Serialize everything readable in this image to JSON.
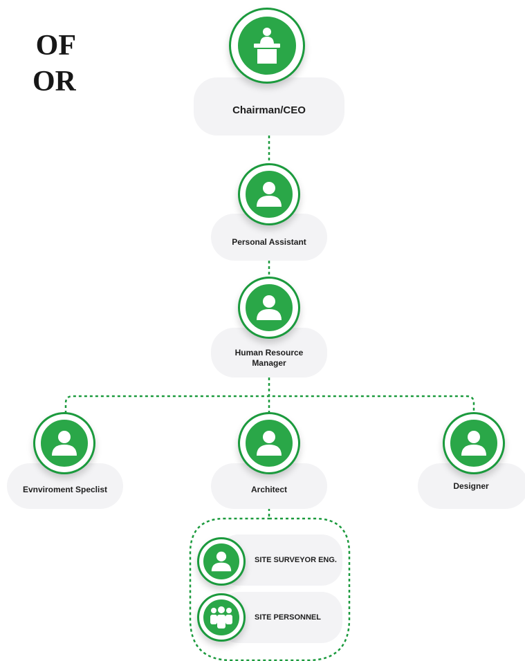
{
  "title": {
    "line1": "OF",
    "line2": "OR"
  },
  "nodes": {
    "ceo": "Chairman/CEO",
    "assistant": "Personal Assistant",
    "hr": "Human Resource Manager",
    "env": "Evnviroment Speclist",
    "architect": "Architect",
    "designer": "Designer"
  },
  "subgroup": {
    "surveyor": "SITE SURVEYOR ENG.",
    "personnel": "SITE PERSONNEL"
  },
  "colors": {
    "accent": "#1b9a3d",
    "fill": "#2aa748",
    "pill": "#f3f3f5",
    "connector": "#1b9a3d"
  },
  "icons": {
    "ceo": "podium-speaker-icon",
    "person": "person-icon",
    "group": "group-people-icon"
  }
}
